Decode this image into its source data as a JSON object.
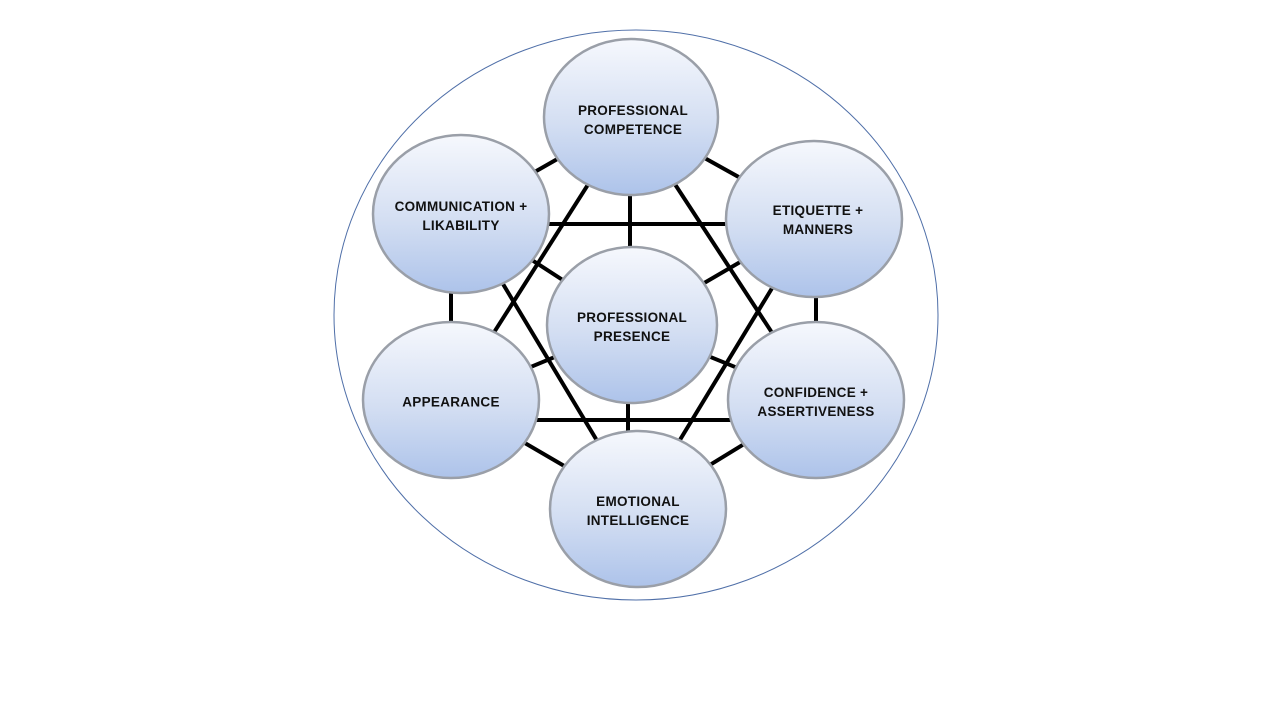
{
  "diagram": {
    "center": {
      "label_line1": "PROFESSIONAL",
      "label_line2": "PRESENCE"
    },
    "nodes": [
      {
        "id": "professional-competence",
        "line1": "PROFESSIONAL",
        "line2": "COMPETENCE"
      },
      {
        "id": "communication-likability",
        "line1": "COMMUNICATION +",
        "line2": "LIKABILITY"
      },
      {
        "id": "etiquette-manners",
        "line1": "ETIQUETTE +",
        "line2": "MANNERS"
      },
      {
        "id": "appearance",
        "line1": "APPEARANCE",
        "line2": ""
      },
      {
        "id": "confidence-assertiveness",
        "line1": "CONFIDENCE +",
        "line2": "ASSERTIVENESS"
      },
      {
        "id": "emotional-intelligence",
        "line1": "EMOTIONAL",
        "line2": "INTELLIGENCE"
      }
    ],
    "colors": {
      "node_top": "#f4f7fc",
      "node_bottom": "#b4c8ea",
      "outer_circle": "#4f6fa8",
      "lines": "#000000"
    }
  }
}
